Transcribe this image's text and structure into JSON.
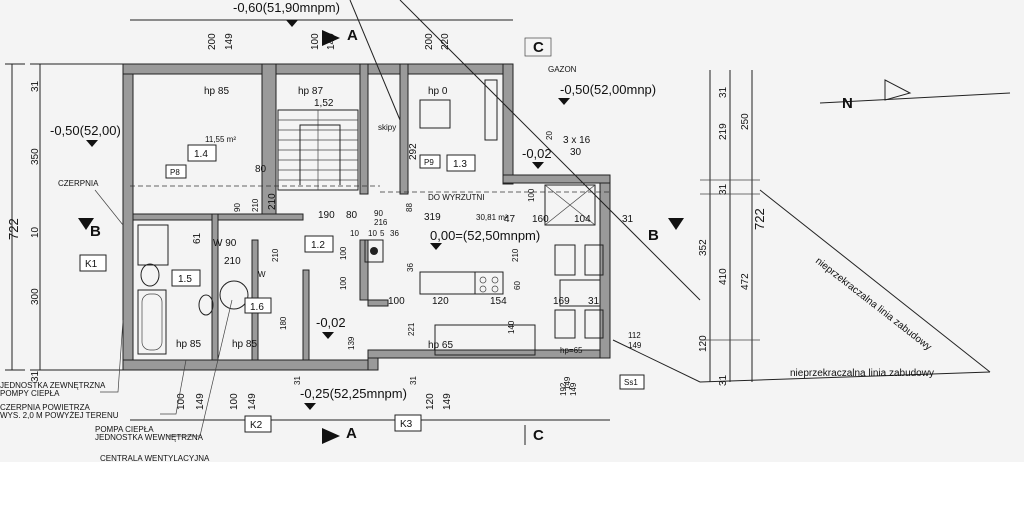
{
  "levels": {
    "top": "-0,60(51,90mnpm)",
    "top_right": "-0,50(52,00mnp)",
    "left": "-0,50(52,00)",
    "main": "0,00=(52,50mnpm)",
    "small": "-0,02",
    "small2": "-0,02",
    "bottom": "-0,25(52,25mnpm)"
  },
  "sections": {
    "a_top": "A",
    "a_bottom": "A",
    "b_left": "B",
    "b_right": "B",
    "c_top": "C",
    "c_bottom": "C"
  },
  "tags": {
    "k1": "K1",
    "k2": "K2",
    "k3": "K3",
    "ss1": "Ss1",
    "p8": "P8",
    "p9": "P9"
  },
  "rooms": {
    "r14": "1.4",
    "r12": "1.2",
    "r13": "1.3",
    "r15": "1.5",
    "r16": "1.6",
    "area11": "11,55 m²",
    "area30": "30,81 m²"
  },
  "heights": {
    "hp85_tl": "hp 85",
    "hp87": "hp 87",
    "hp0": "hp 0",
    "hp85_bl": "hp 85",
    "hp85_bm": "hp 85",
    "hp65": "hp 65",
    "hp65b": "hp=65",
    "h152": "1,52"
  },
  "dims": {
    "top": [
      "200",
      "149",
      "100",
      "149",
      "200",
      "220"
    ],
    "left_outer": "722",
    "left_parts": [
      "31",
      "350",
      "10",
      "300",
      "31"
    ],
    "right_outer": "722",
    "right_a": [
      "31",
      "219",
      "31",
      "352",
      "410",
      "120",
      "31"
    ],
    "right_b": [
      "250",
      "472"
    ],
    "bottom": [
      "100",
      "149",
      "100",
      "149",
      "31",
      "31",
      "120",
      "149",
      "149",
      "192",
      "149"
    ],
    "inner": [
      "80",
      "210",
      "190",
      "80",
      "292",
      "319",
      "47",
      "160",
      "104",
      "31",
      "90",
      "210",
      "W 90",
      "210",
      "61",
      "210",
      "100",
      "36",
      "5",
      "36",
      "10",
      "88",
      "210",
      "60",
      "100",
      "120",
      "154",
      "169",
      "31",
      "221",
      "140",
      "100",
      "180",
      "139",
      "112",
      "149",
      "3 x 16",
      "30",
      "100",
      "20",
      "90",
      "216",
      "10",
      "W"
    ]
  },
  "notes": {
    "czerpnia": "CZERPNIA",
    "gazon": "GAZON",
    "skipy": "skipy",
    "do_wyrzutni": "DO WYRZUTNI",
    "line1": "nieprzekraczalna linia zabudowy",
    "line2": "nieprzekraczalna linia zabudowy",
    "n1": "JEDNOSTKA ZEWNĘTRZNA",
    "n1b": "POMPY CIEPŁA",
    "n2": "CZERPNIA POWIETRZA",
    "n2b": "WYS. 2,0 M POWYŻEJ TERENU",
    "n3": "POMPA CIEPŁA",
    "n3b": "JEDNOSTKA WEWNĘTRZNA",
    "n4": "CENTRALA WENTYLACYJNA"
  },
  "north": "N"
}
